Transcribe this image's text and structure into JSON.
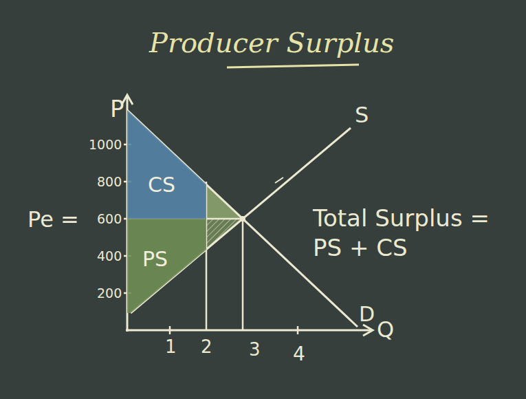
{
  "diagram": {
    "title": "Producer Surplus",
    "nodes": [
      {
        "text": [
          "CS"
        ]
      },
      {
        "text": [
          "PS"
        ]
      }
    ],
    "labels": [
      "P",
      "1000",
      "800",
      "600",
      "400",
      "200",
      "Pe =",
      "1",
      "2",
      "3",
      "4",
      "Q",
      "S",
      "D",
      "Total Surplus = PS + CS"
    ]
  }
}
